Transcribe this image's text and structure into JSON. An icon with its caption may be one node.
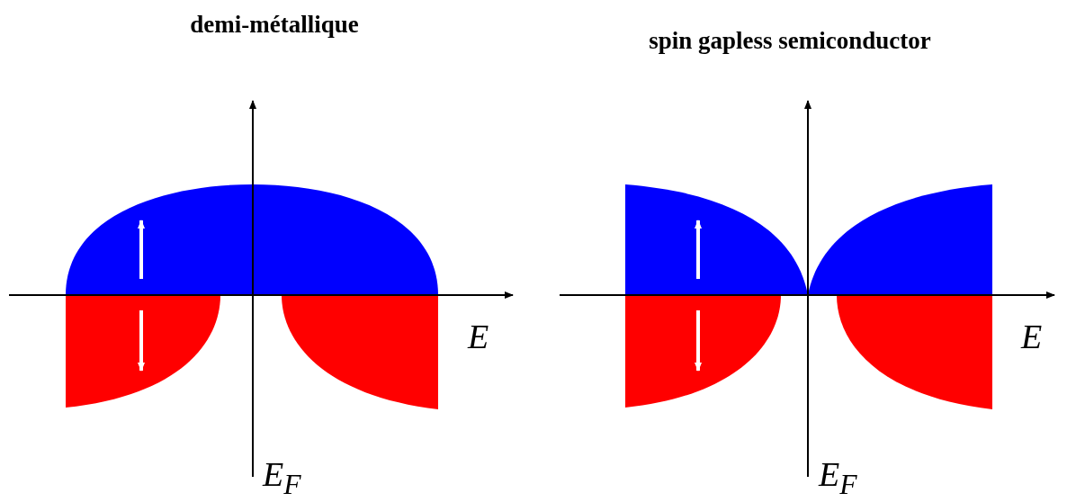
{
  "diagram": {
    "labels": [
      "demi-métallique",
      "spin gapless semiconductor",
      "E",
      "E$_{F}$",
      "E",
      "E$_{F}$"
    ]
  }
}
